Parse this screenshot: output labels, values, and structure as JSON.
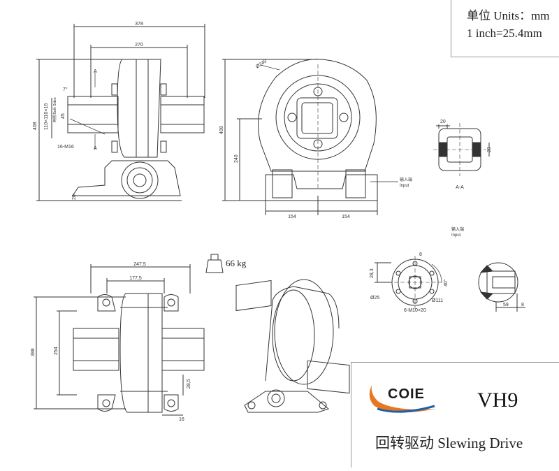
{
  "units": {
    "line1": "单位 Units：mm",
    "line2": "1 inch=25.4mm"
  },
  "product": {
    "model": "VH9",
    "name": "回转驱动   Slewing Drive",
    "brand": "COIE",
    "weight": "66 kg"
  },
  "dims": {
    "top_left": {
      "w378": "378",
      "w270": "270",
      "h408": "408",
      "bolt": "110×110×16",
      "both_sides": "两侧 Both Sides",
      "m16": "16-M16",
      "v45": "45",
      "v7": "7°",
      "v20": "20",
      "section_a": "A"
    },
    "front": {
      "dia": "Ø240",
      "h408": "408",
      "h240": "240",
      "l154": "154",
      "r154": "154",
      "input": "输入端",
      "input_en": "Input"
    },
    "section_aa": {
      "d20a": "20",
      "d20b": "20",
      "label": "A-A"
    },
    "bottom_left": {
      "w2475": "247,5",
      "w1775": "177,5",
      "h388": "388",
      "h254": "254",
      "d285": "28,5",
      "d16": "16"
    },
    "input_view": {
      "input": "输入端",
      "input_en": "Input",
      "key": "8",
      "d28": "28,3",
      "dia25": "Ø25",
      "dia111": "Ø111",
      "holes": "6-M10×20",
      "ang": "40°"
    },
    "side_section": {
      "d59": "59",
      "d8": "8"
    }
  },
  "colors": {
    "line": "#333333",
    "light": "#888888",
    "accent": "#e87722",
    "blue": "#1e5fa8"
  }
}
